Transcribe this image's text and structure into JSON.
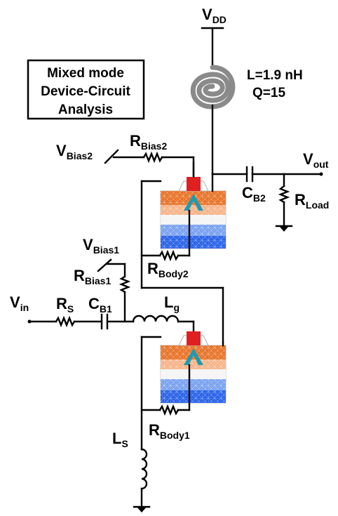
{
  "title_box": {
    "line1": "Mixed mode",
    "line2": "Device-Circuit",
    "line3": "Analysis"
  },
  "inductor_spec": {
    "inductance": "L=1.9 nH",
    "quality": "Q=15"
  },
  "labels": {
    "vdd": {
      "main": "V",
      "sub": "DD"
    },
    "vout": {
      "main": "V",
      "sub": "out"
    },
    "vin": {
      "main": "V",
      "sub": "in"
    },
    "vbias2": {
      "main": "V",
      "sub": "Bias2"
    },
    "vbias1": {
      "main": "V",
      "sub": "Bias1"
    },
    "rbias2": {
      "main": "R",
      "sub": "Bias2"
    },
    "rbias1": {
      "main": "R",
      "sub": "Bias1"
    },
    "rs": {
      "main": "R",
      "sub": "S"
    },
    "cb1": {
      "main": "C",
      "sub": "B1"
    },
    "lg": {
      "main": "L",
      "sub": "g"
    },
    "cb2": {
      "main": "C",
      "sub": "B2"
    },
    "rload": {
      "main": "R",
      "sub": "Load"
    },
    "rbody2": {
      "main": "R",
      "sub": "Body2"
    },
    "rbody1": {
      "main": "R",
      "sub": "Body1"
    },
    "ls": {
      "main": "L",
      "sub": "S"
    }
  },
  "colors": {
    "wire": "#000000",
    "spiral": "#8a8a8a",
    "device_orange_dark": "#e8742a",
    "device_orange_light": "#f6b48a",
    "device_white": "#f4f4f4",
    "device_blue_light": "#7aa2f0",
    "device_blue_dark": "#2a63e8",
    "device_gate_red": "#e02020",
    "device_channel_teal": "#1f9bb0",
    "device_mesh": "#b0b0b0"
  }
}
